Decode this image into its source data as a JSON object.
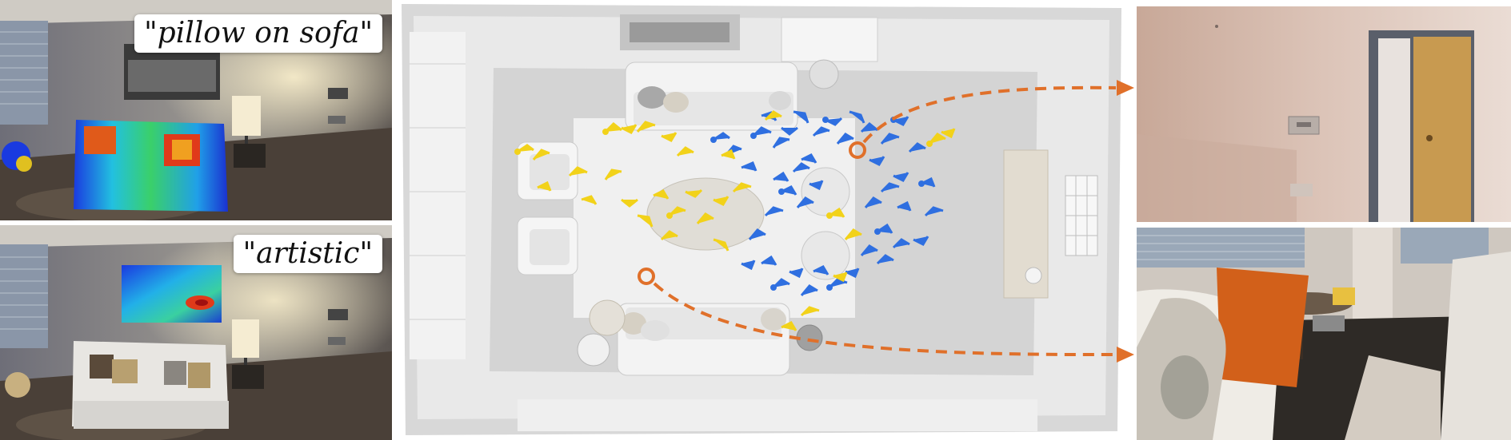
{
  "queries": [
    {
      "text": "\"pillow on sofa\""
    },
    {
      "text": "\"artistic\""
    }
  ],
  "colors": {
    "trajectory_a": "#2f6fe0",
    "trajectory_b": "#f2d21a",
    "marker": "#e0702a",
    "heat_hot": "#e03a1a",
    "heat_cold": "#1a3ae0"
  },
  "icons": {
    "top_left_panel": "living-room-heatmap-sofa",
    "bottom_left_panel": "living-room-heatmap-painting",
    "center_panel": "floorplan-topdown-with-camera-poses",
    "top_right_panel": "novel-view-wall-door",
    "bottom_right_panel": "novel-view-couch-pillows"
  }
}
